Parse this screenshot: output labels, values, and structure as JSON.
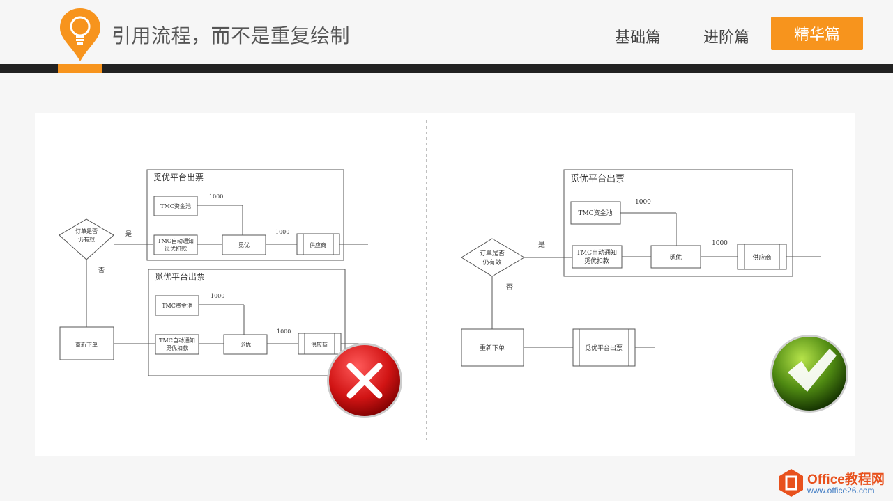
{
  "header": {
    "title": "引用流程，而不是重复绘制",
    "nav": [
      "基础篇",
      "进阶篇",
      "精华篇"
    ],
    "active_nav": "精华篇",
    "accent_color": "#f7941d"
  },
  "diagram": {
    "platform_title": "觅优平台出票",
    "tmc_pool": "TMC资金池",
    "tmc_notify_line1": "TMC自动通知",
    "tmc_notify_line2": "觅优扣款",
    "miyou": "觅优",
    "supplier": "供应商",
    "amount": "1000",
    "decision_line1": "订单是否",
    "decision_line2": "仍有效",
    "yes": "是",
    "no": "否",
    "reorder": "重新下单",
    "platform_ref": "觅优平台出票"
  },
  "icons": {
    "wrong": "cross-icon",
    "right": "checkmark-icon",
    "logo": "lightbulb-icon"
  },
  "footer": {
    "brand_name": "Office教程网",
    "brand_url": "www.office26.com"
  }
}
